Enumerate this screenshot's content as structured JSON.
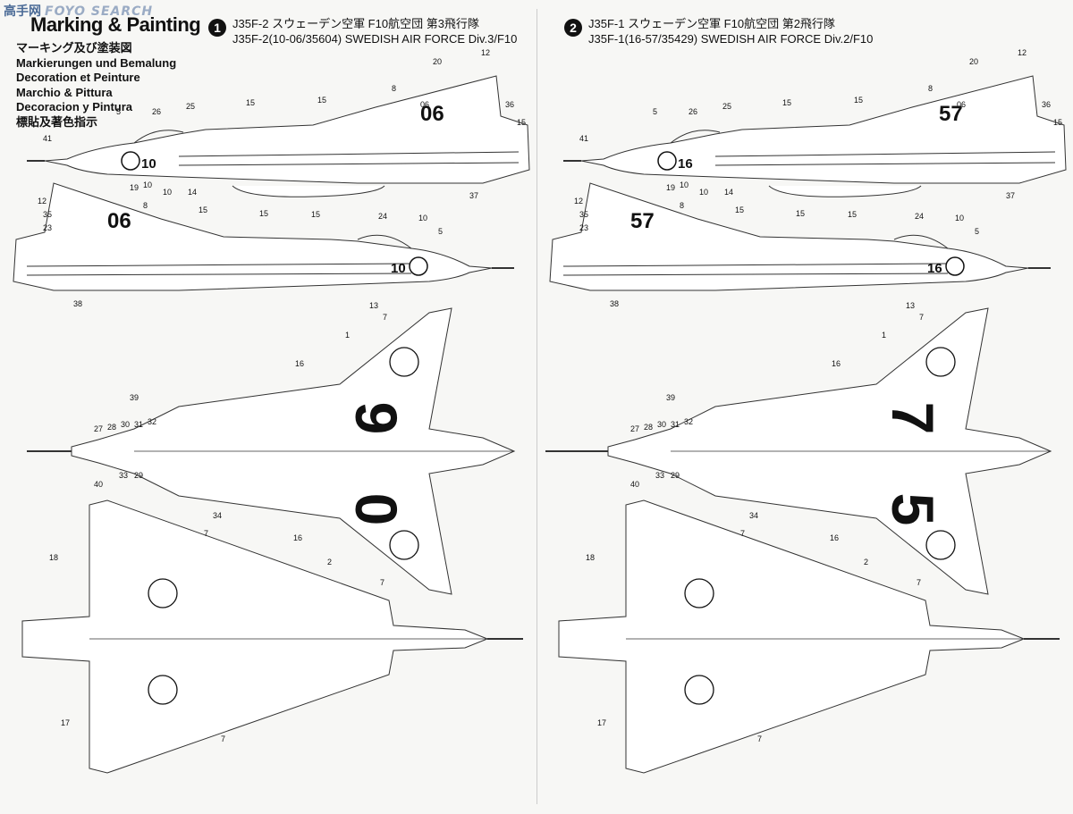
{
  "watermark": {
    "cn": "高手网",
    "site": "FOYO SEARCH"
  },
  "header": {
    "title": "Marking & Painting",
    "languages": [
      "マーキング及び塗装図",
      "Markierungen und Bemalung",
      "Decoration et Peinture",
      "Marchio & Pittura",
      "Decoracion y Pintura",
      "標貼及著色指示"
    ]
  },
  "schemes": [
    {
      "number": "1",
      "line1": "J35F-2 スウェーデン空軍 F10航空団 第3飛行隊",
      "line2": "J35F-2(10-06/35604) SWEDISH AIR FORCE Div.3/F10",
      "tail_code": "06",
      "nose_code": "10",
      "wing_top": "9",
      "wing_bottom": "0"
    },
    {
      "number": "2",
      "line1": "J35F-1 スウェーデン空軍 F10航空団 第2飛行隊",
      "line2": "J35F-1(16-57/35429) SWEDISH AIR FORCE Div.2/F10",
      "tail_code": "57",
      "nose_code": "16",
      "wing_top": "7",
      "wing_bottom": "5"
    }
  ],
  "callouts": {
    "side_top": [
      "41",
      "5",
      "26",
      "25",
      "15",
      "15",
      "8",
      "20",
      "12",
      "06",
      "36",
      "15",
      "37",
      "14",
      "10",
      "10"
    ],
    "side_bottom": [
      "12",
      "19",
      "8",
      "35",
      "23",
      "15",
      "15",
      "15",
      "24",
      "10",
      "5",
      "13",
      "38"
    ],
    "top_view": [
      "1",
      "7",
      "16",
      "39",
      "32",
      "27",
      "28",
      "30",
      "31",
      "33",
      "29",
      "34",
      "40",
      "16",
      "2",
      "7"
    ],
    "bottom_view": [
      "18",
      "7",
      "17",
      "7"
    ]
  },
  "colors": {
    "ink": "#111111",
    "paper": "#f7f7f5",
    "line": "#444444",
    "watermark": "#4a6a96"
  }
}
